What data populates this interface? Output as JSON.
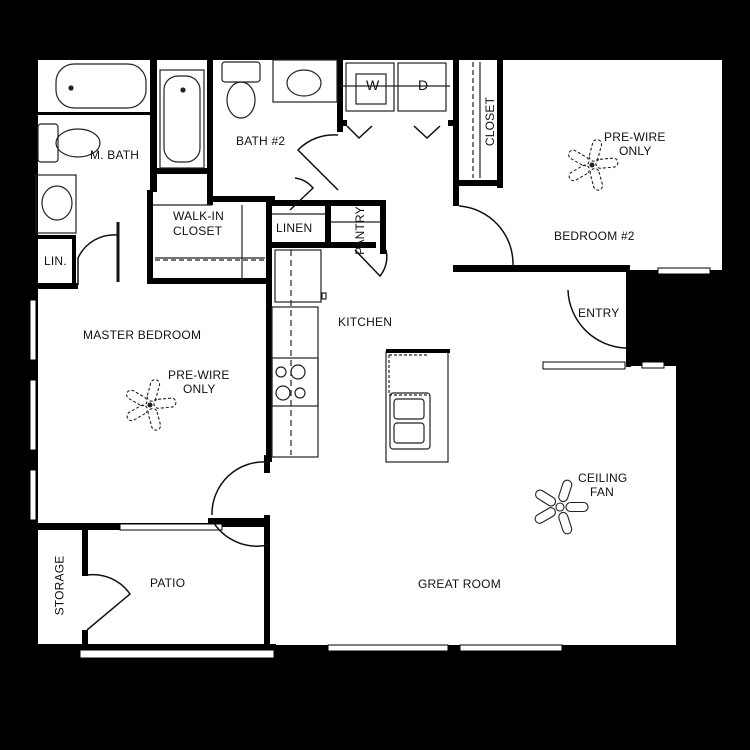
{
  "colors": {
    "background": "#000000",
    "floor": "#ffffff",
    "wall": "#000000",
    "fixture_line": "#222222"
  },
  "rooms": {
    "m_bath": "M. BATH",
    "bath2": "BATH #2",
    "walkin_closet_1": "WALK-IN",
    "walkin_closet_2": "CLOSET",
    "lin": "LIN.",
    "linen": "LINEN",
    "pantry": "PANTRY",
    "closet": "CLOSET",
    "bedroom2": "BEDROOM #2",
    "bedroom2_fan_1": "PRE-WIRE",
    "bedroom2_fan_2": "ONLY",
    "entry": "ENTRY",
    "kitchen": "KITCHEN",
    "master_bedroom": "MASTER BEDROOM",
    "master_fan_1": "PRE-WIRE",
    "master_fan_2": "ONLY",
    "great_room": "GREAT ROOM",
    "great_fan_1": "CEILING",
    "great_fan_2": "FAN",
    "storage": "STORAGE",
    "patio": "PATIO"
  },
  "appliances": {
    "washer": "W",
    "dryer": "D"
  }
}
